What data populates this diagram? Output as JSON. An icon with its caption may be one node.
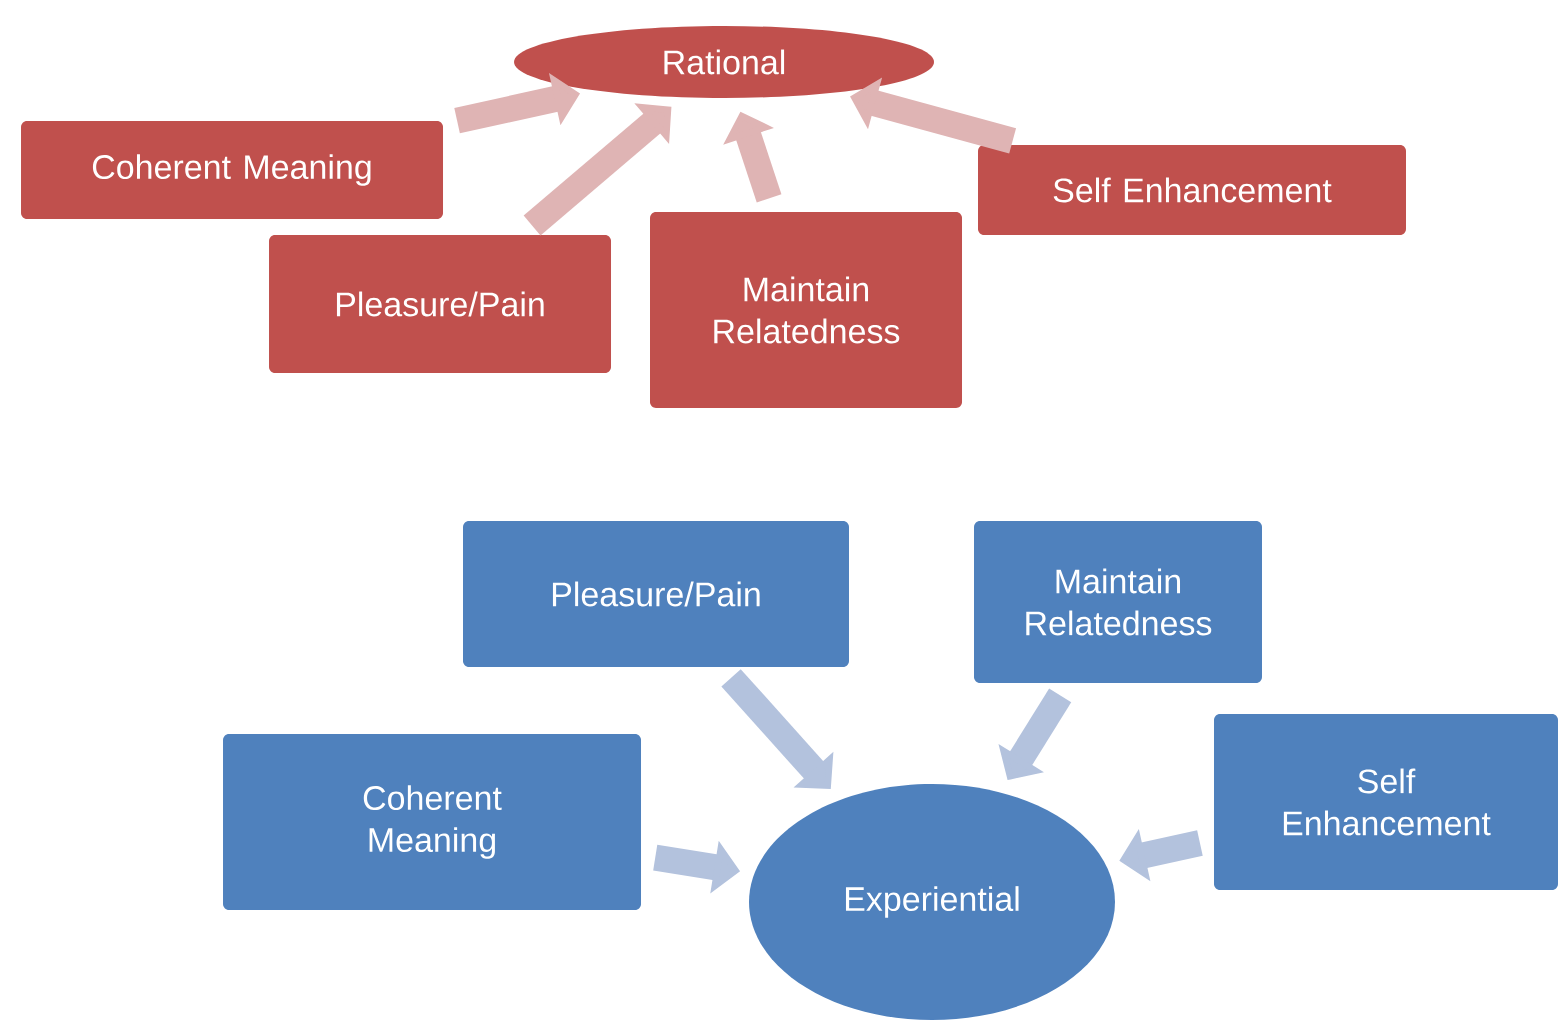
{
  "diagram": {
    "nodes": [
      {
        "text": [
          "Rational"
        ]
      },
      {
        "text": [
          "Coherent Meaning"
        ]
      },
      {
        "text": [
          "Pleasure/Pain"
        ]
      },
      {
        "text": [
          "Maintain Relatedness"
        ]
      },
      {
        "text": [
          "Self Enhancement"
        ]
      },
      {
        "text": [
          "Pleasure/Pain"
        ]
      },
      {
        "text": [
          "Maintain Relatedness"
        ]
      },
      {
        "text": [
          "Coherent Meaning"
        ]
      },
      {
        "text": [
          "Self Enhancement"
        ]
      },
      {
        "text": [
          "Experiential"
        ]
      }
    ],
    "edges": [
      {
        "from": 1,
        "to": 0,
        "arrow": "to",
        "color": "#dfb4b4"
      },
      {
        "from": 2,
        "to": 0,
        "arrow": "to",
        "color": "#dfb4b4"
      },
      {
        "from": 3,
        "to": 0,
        "arrow": "to",
        "color": "#dfb4b4"
      },
      {
        "from": 4,
        "to": 0,
        "arrow": "to",
        "color": "#dfb4b4"
      },
      {
        "from": 5,
        "to": 9,
        "arrow": "to",
        "color": "#b3c2dd"
      },
      {
        "from": 6,
        "to": 9,
        "arrow": "to",
        "color": "#b3c2dd"
      },
      {
        "from": 7,
        "to": 9,
        "arrow": "to",
        "color": "#b3c2dd"
      },
      {
        "from": 8,
        "to": 9,
        "arrow": "to",
        "color": "#b3c2dd"
      }
    ]
  }
}
